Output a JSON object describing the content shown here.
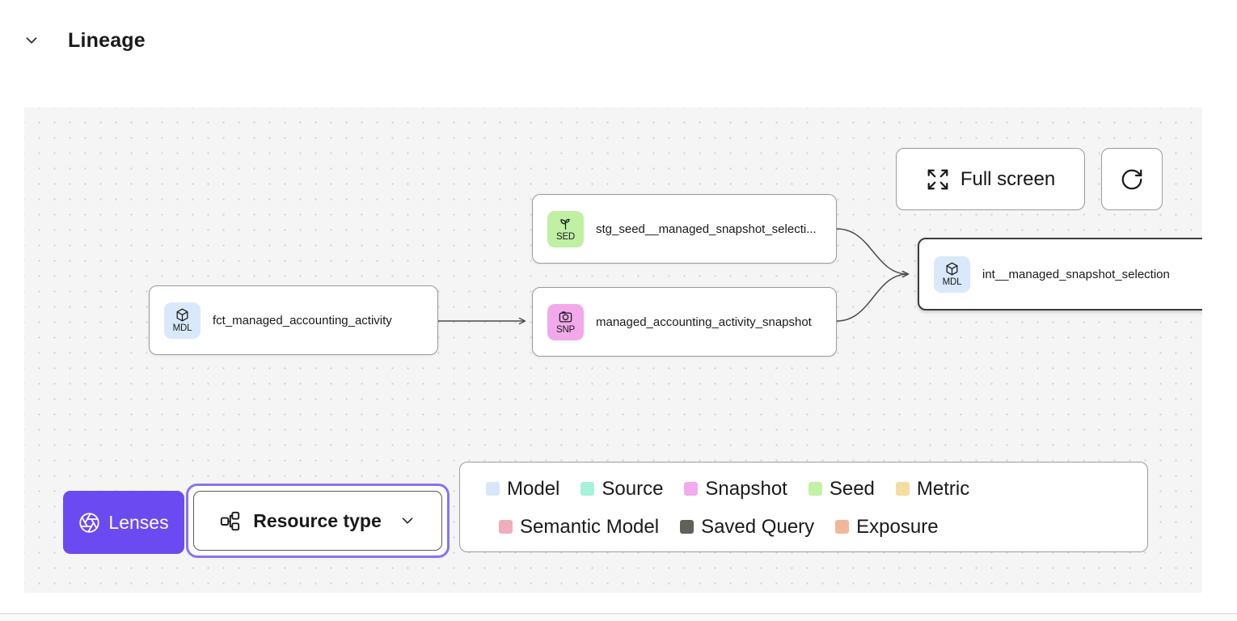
{
  "header": {
    "title": "Lineage",
    "collapse_icon": "chevron-down-icon"
  },
  "toolbar": {
    "full_screen_label": "Full screen",
    "full_screen_icon": "expand-icon",
    "refresh_icon": "refresh-icon"
  },
  "nodes": [
    {
      "type": "SED",
      "label": "stg_seed__managed_snapshot_selecti...",
      "color": "#bff0a4",
      "icon": "seed-icon",
      "selected": false
    },
    {
      "type": "MDL",
      "label": "fct_managed_accounting_activity",
      "color": "#d9e9fb",
      "icon": "model-cube-icon",
      "selected": false
    },
    {
      "type": "SNP",
      "label": "managed_accounting_activity_snapshot",
      "color": "#f1a9ec",
      "icon": "snapshot-camera-icon",
      "selected": false
    },
    {
      "type": "MDL",
      "label": "int__managed_snapshot_selection",
      "color": "#d9e9fb",
      "icon": "model-cube-icon",
      "selected": true
    }
  ],
  "lenses": {
    "label": "Lenses",
    "color": "#6b4af2",
    "icon": "aperture-icon"
  },
  "resource_type": {
    "label": "Resource type",
    "icon": "hierarchy-icon",
    "chevron": "chevron-down-icon",
    "focus_ring_color": "#8b72f2"
  },
  "legend": {
    "items": [
      {
        "label": "Model",
        "color": "#d7e6fa"
      },
      {
        "label": "Source",
        "color": "#a7f2dc"
      },
      {
        "label": "Snapshot",
        "color": "#f0acec"
      },
      {
        "label": "Seed",
        "color": "#c4f2a5"
      },
      {
        "label": "Metric",
        "color": "#f2dfa0"
      },
      {
        "label": "Semantic Model",
        "color": "#f0aebd"
      },
      {
        "label": "Saved Query",
        "color": "#635f5b"
      },
      {
        "label": "Exposure",
        "color": "#f2b79b"
      }
    ]
  }
}
